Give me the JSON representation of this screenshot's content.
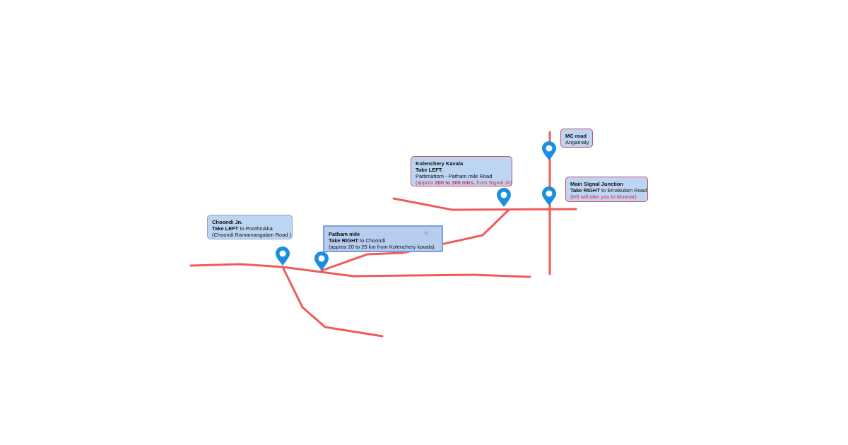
{
  "colors": {
    "road": "#ef5b5b",
    "pin": "#1a8fe0",
    "box_fill": "#bcd5f2",
    "box_border": "#d0506a",
    "accent_text": "#e0204a"
  },
  "labels": {
    "choondi": {
      "title": "Choondi Jn.",
      "line2_bold": "Take LEFT",
      "line2_rest": " to Poothrukka",
      "line3": "(Choondi Ramamangalam Road )"
    },
    "patham": {
      "title": "Patham mile",
      "line2_bold": "Take RIGHT",
      "line2_rest": " to Choondi",
      "line3": "(approx 20 to 25 km from Kolenchery kavala)"
    },
    "kolenchery": {
      "title": "Kolenchery Kavala",
      "line2": "Take LEFT.",
      "line3": "Pattimattom - Patham mile Road",
      "line4_a": "(approx ",
      "line4_b": "200 to 300 mtrs.",
      "line4_c": " from Signal Jn)"
    },
    "mc": {
      "title": "MC road",
      "line2": "Angamaly"
    },
    "signal": {
      "title": "Main Signal Junction",
      "line2_bold": "Take RIGHT",
      "line2_rest": " to Ernakulam Road",
      "line3": "(left will take you to Munnar)"
    }
  }
}
